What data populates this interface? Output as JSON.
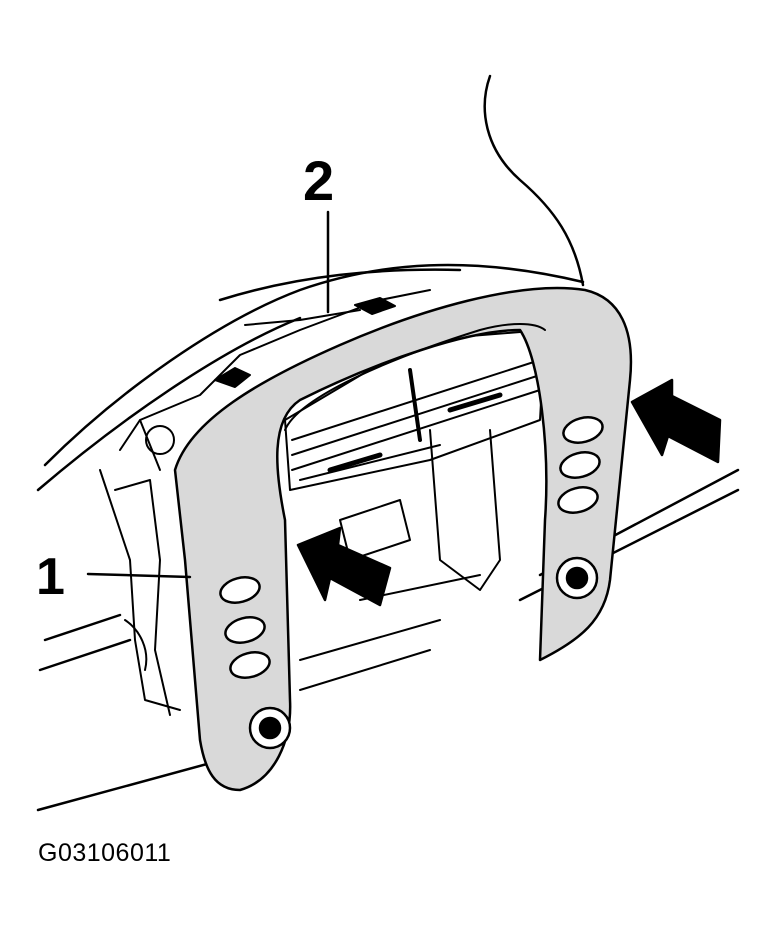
{
  "callouts": {
    "part_1": "1",
    "part_2": "2"
  },
  "figure_id": "G03106011",
  "colors": {
    "line": "#000000",
    "panel_fill": "#d9d9d9",
    "background": "#ffffff"
  },
  "icons": [
    "right-arrow-icon",
    "upper-right-arrow-icon"
  ]
}
